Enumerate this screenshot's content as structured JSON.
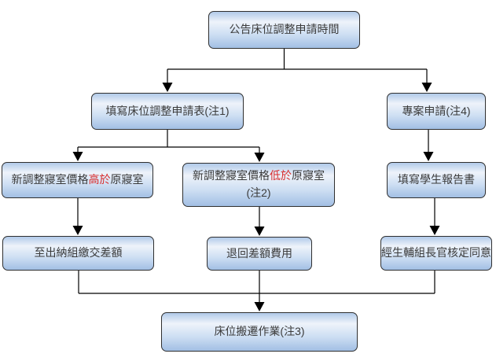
{
  "colors": {
    "box_border": "#2f2f2f",
    "box_gradient_top": "#b1cae9",
    "box_gradient_light": "#eef3fa",
    "box_gradient_mid": "#cedff3",
    "box_gradient_bottom": "#a2bfe4",
    "text": "#3b3b3b",
    "highlight_red": "#d92b2b",
    "connector": "#000000",
    "background": "#ffffff"
  },
  "nodes": {
    "announce": {
      "label": "公告床位調整申請時間"
    },
    "fill_form": {
      "label": "填寫床位調整申請表(注1)"
    },
    "special_apply": {
      "label": "專案申請(注4)"
    },
    "price_higher": {
      "prefix": "新調整寢室價格",
      "highlight": "高於",
      "suffix": "原寢室"
    },
    "price_lower": {
      "prefix": "新調整寢室價格",
      "highlight": "低於",
      "suffix": "原寢室",
      "note": "(注2)"
    },
    "student_report": {
      "label": "填寫學生報告書"
    },
    "pay_difference": {
      "label": "至出納組繳交差額"
    },
    "refund_difference": {
      "label": "退回差額費用"
    },
    "approval": {
      "label": "經生輔組長官核定同意"
    },
    "relocation": {
      "label": "床位搬遷作業(注3)"
    }
  },
  "edges": [
    {
      "from": "announce",
      "to": "fill_form"
    },
    {
      "from": "announce",
      "to": "special_apply"
    },
    {
      "from": "fill_form",
      "to": "price_higher"
    },
    {
      "from": "fill_form",
      "to": "price_lower"
    },
    {
      "from": "special_apply",
      "to": "student_report"
    },
    {
      "from": "price_higher",
      "to": "pay_difference"
    },
    {
      "from": "price_lower",
      "to": "refund_difference"
    },
    {
      "from": "student_report",
      "to": "approval"
    },
    {
      "from": "pay_difference",
      "to": "relocation"
    },
    {
      "from": "refund_difference",
      "to": "relocation"
    },
    {
      "from": "approval",
      "to": "relocation"
    }
  ]
}
